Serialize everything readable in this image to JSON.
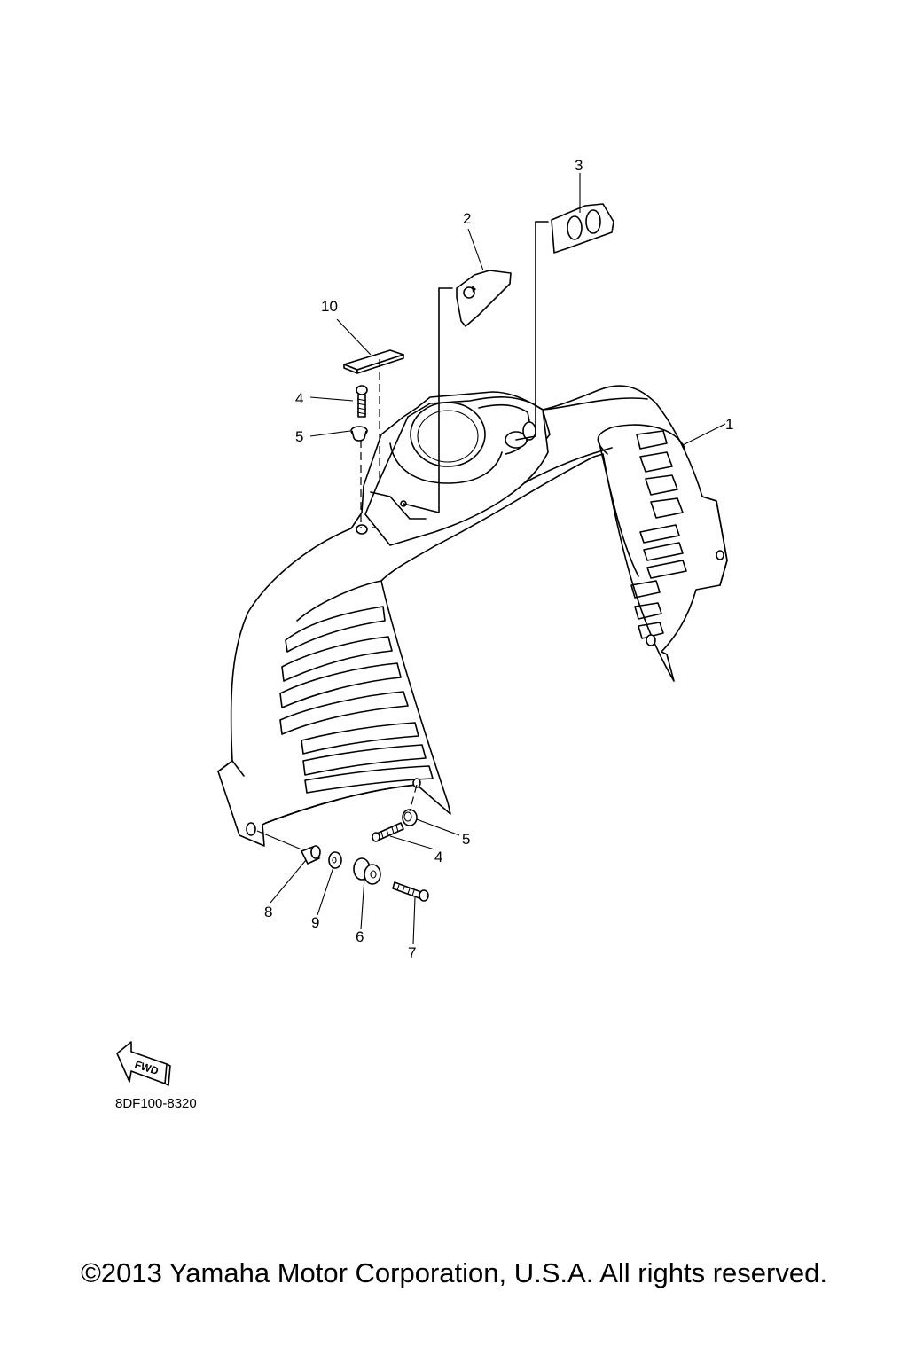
{
  "diagram": {
    "callouts": [
      "1",
      "2",
      "3",
      "4",
      "5",
      "6",
      "7",
      "8",
      "9",
      "10"
    ],
    "fwd_label": "FWD",
    "drawing_code": "8DF100-8320"
  },
  "footer": {
    "copyright": "©2013 Yamaha Motor Corporation, U.S.A. All rights reserved."
  }
}
